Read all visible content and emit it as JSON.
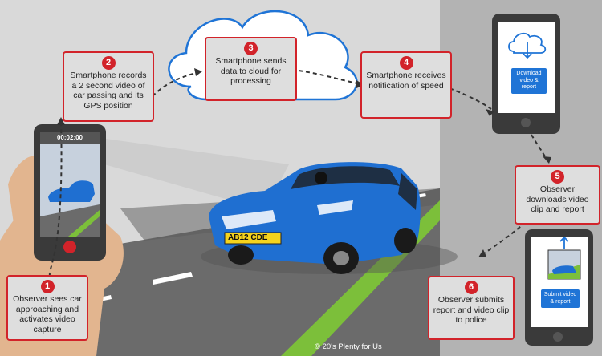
{
  "steps": [
    {
      "number": "1",
      "text": "Observer sees car approaching and activates video capture"
    },
    {
      "number": "2",
      "text": "Smartphone records a 2 second video of car passing and its GPS position"
    },
    {
      "number": "3",
      "text": "Smartphone sends data to cloud for processing"
    },
    {
      "number": "4",
      "text": "Smartphone receives notification of speed"
    },
    {
      "number": "5",
      "text": "Observer downloads video clip and report"
    },
    {
      "number": "6",
      "text": "Observer submits report and video clip to police"
    }
  ],
  "recording_phone": {
    "timer": "00:02:00"
  },
  "download_phone": {
    "button_label": "Download video & report"
  },
  "submit_phone": {
    "button_label": "Submit video & report"
  },
  "car": {
    "plate": "AB12 CDE"
  },
  "credit": "© 20's Plenty for Us",
  "colors": {
    "accent": "#d2232a",
    "car": "#1f6fd1",
    "road": "#6b6b6b",
    "grass": "#7cbf3a",
    "sky": "#d9d9d9"
  }
}
